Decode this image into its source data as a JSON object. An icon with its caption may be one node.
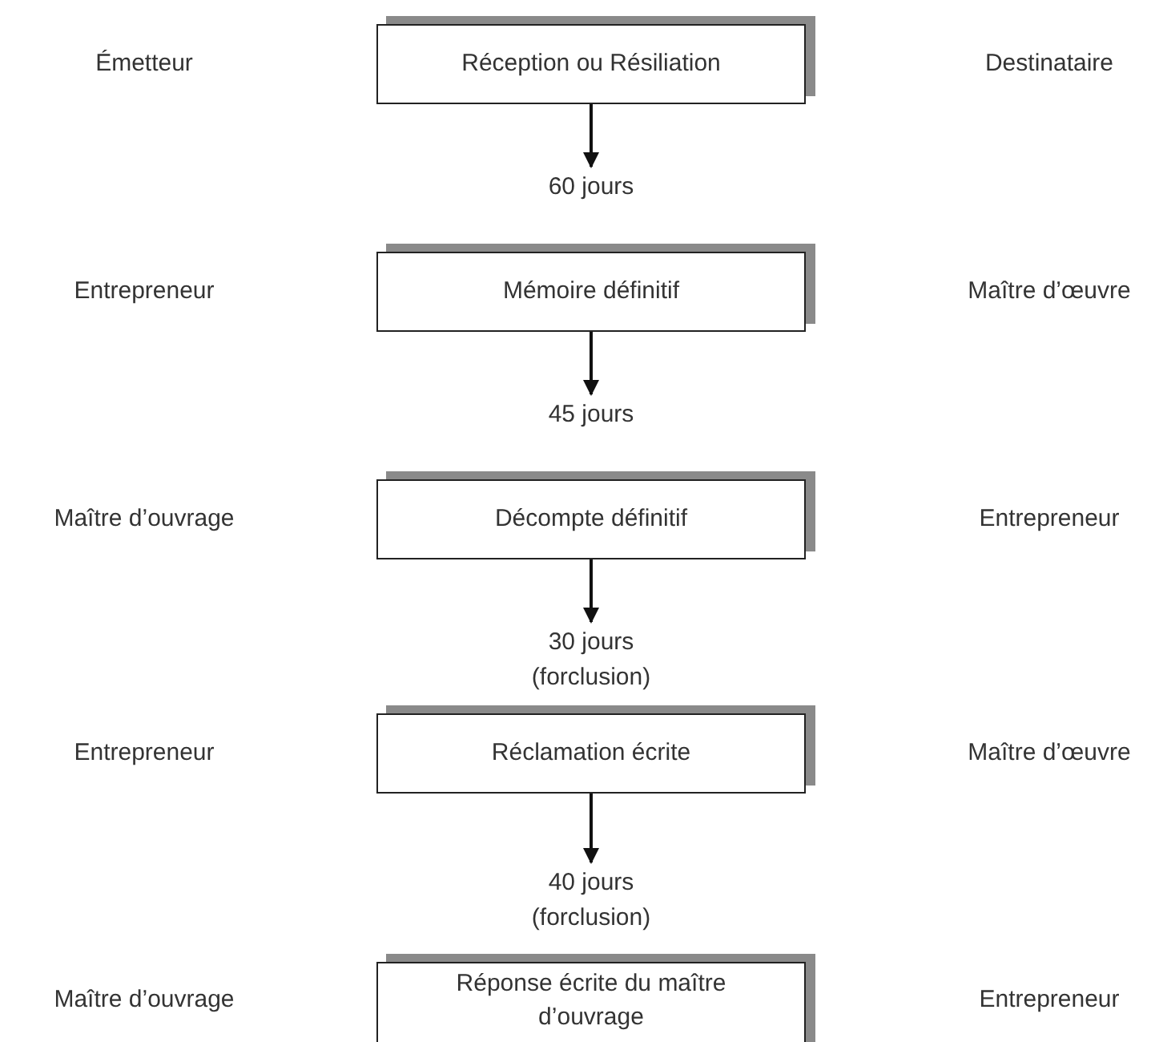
{
  "diagram": {
    "nodes": [
      {
        "text": [
          "Réception ou Résiliation"
        ]
      },
      {
        "text": [
          "60 jours"
        ]
      },
      {
        "text": [
          "Mémoire définitif"
        ]
      },
      {
        "text": [
          "45 jours"
        ]
      },
      {
        "text": [
          "Décompte définitif"
        ]
      },
      {
        "text": [
          "30 jours (forclusion)"
        ]
      },
      {
        "text": [
          "Réclamation écrite"
        ]
      },
      {
        "text": [
          "40 jours (forclusion)"
        ]
      },
      {
        "text": [
          "Réponse écrite du maître d’ouvrage"
        ]
      }
    ],
    "edges": [
      {
        "from": 0,
        "to": 1,
        "arrow": "to"
      },
      {
        "from": 2,
        "to": 3,
        "arrow": "to"
      },
      {
        "from": 4,
        "to": 5,
        "arrow": "to"
      },
      {
        "from": 6,
        "to": 7,
        "arrow": "to"
      }
    ],
    "labels": [
      "Émetteur",
      "Destinataire",
      "Entrepreneur",
      "Maître d’œuvre",
      "Maître d’ouvrage",
      "Entrepreneur",
      "Entrepreneur",
      "Maître d’œuvre",
      "Maître d’ouvrage",
      "Entrepreneur"
    ]
  }
}
